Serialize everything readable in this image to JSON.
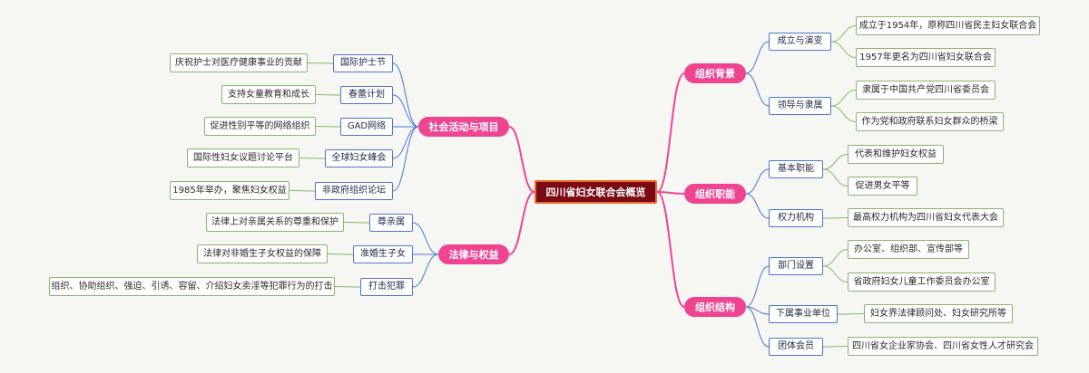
{
  "colors": {
    "root_fill": "#7a0b14",
    "root_border": "#ef6a2a",
    "main_fill": "#ef4591",
    "sub_border": "#4a76d6",
    "leaf_border": "#86b86a"
  },
  "root": {
    "label": "四川省妇女联合会概览"
  },
  "branches": [
    {
      "id": "org-background",
      "side": "right",
      "label": "组织背景",
      "children": [
        {
          "id": "founding",
          "label": "成立与演变",
          "leaves": [
            "成立于1954年，原称四川省民主妇女联合会",
            "1957年更名为四川省妇女联合会"
          ]
        },
        {
          "id": "leadership",
          "label": "领导与隶属",
          "leaves": [
            "隶属于中国共产党四川省委员会",
            "作为党和政府联系妇女群众的桥梁"
          ]
        }
      ]
    },
    {
      "id": "org-function",
      "side": "right",
      "label": "组织职能",
      "children": [
        {
          "id": "basic-function",
          "label": "基本职能",
          "leaves": [
            "代表和维护妇女权益",
            "促进男女平等"
          ]
        },
        {
          "id": "authority",
          "label": "权力机构",
          "leaves": [
            "最高权力机构为四川省妇女代表大会"
          ]
        }
      ]
    },
    {
      "id": "org-structure",
      "side": "right",
      "label": "组织结构",
      "children": [
        {
          "id": "departments",
          "label": "部门设置",
          "leaves": [
            "办公室、组织部、宣传部等",
            "省政府妇女儿童工作委员会办公室"
          ]
        },
        {
          "id": "affiliates",
          "label": "下属事业单位",
          "leaves": [
            "妇女界法律顾问处、妇女研究所等"
          ]
        },
        {
          "id": "members",
          "label": "团体会员",
          "leaves": [
            "四川省女企业家协会、四川省女性人才研究会"
          ]
        }
      ]
    },
    {
      "id": "social-activities",
      "side": "left",
      "label": "社会活动与项目",
      "children": [
        {
          "id": "nurses",
          "label": "国际护士节",
          "leaves": [
            "庆祝护士对医疗健康事业的贡献"
          ]
        },
        {
          "id": "spring-bud",
          "label": "春蕾计划",
          "leaves": [
            "支持女童教育和成长"
          ]
        },
        {
          "id": "gad",
          "label": "GAD网络",
          "leaves": [
            "促进性别平等的网络组织"
          ]
        },
        {
          "id": "global-summit",
          "label": "全球妇女峰会",
          "leaves": [
            "国际性妇女议题讨论平台"
          ]
        },
        {
          "id": "ngo-forum",
          "label": "非政府组织论坛",
          "leaves": [
            "1985年举办，聚焦妇女权益"
          ]
        }
      ]
    },
    {
      "id": "law-rights",
      "side": "left",
      "label": "法律与权益",
      "children": [
        {
          "id": "respect-relatives",
          "label": "尊亲属",
          "leaves": [
            "法律上对亲属关系的尊重和保护"
          ]
        },
        {
          "id": "illegitimate",
          "label": "准婚生子女",
          "leaves": [
            "法律对非婚生子女权益的保障"
          ]
        },
        {
          "id": "crime",
          "label": "打击犯罪",
          "leaves": [
            "组织、协助组织、强迫、引诱、容留、介绍妇女卖淫等犯罪行为的打击"
          ]
        }
      ]
    }
  ]
}
